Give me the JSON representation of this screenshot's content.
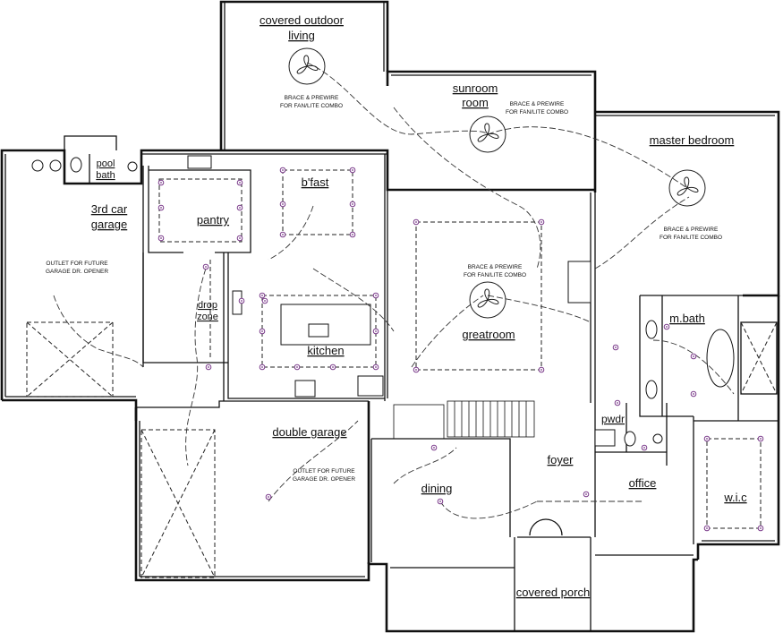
{
  "rooms": {
    "covered_outdoor": [
      "covered outdoor",
      "living"
    ],
    "sunroom": [
      "sunroom",
      "room"
    ],
    "master_bedroom": "master bedroom",
    "pool_bath": [
      "pool",
      "bath"
    ],
    "third_car_garage": [
      "3rd car",
      "garage"
    ],
    "bfast": "b'fast",
    "pantry": "pantry",
    "drop_zone": [
      "drop",
      "zone"
    ],
    "kitchen": "kitchen",
    "greatroom": "greatroom",
    "m_bath": "m.bath",
    "double_garage": "double garage",
    "pwdr": "pwdr",
    "foyer": "foyer",
    "dining": "dining",
    "office": "office",
    "wic": "w.i.c",
    "covered_porch": "covered porch"
  },
  "notes": {
    "fan_outdoor": [
      "BRACE & PREWIRE",
      "FOR FAN/LITE COMBO"
    ],
    "fan_sunroom": [
      "BRACE & PREWIRE",
      "FOR FAN/LITE COMBO"
    ],
    "fan_master": [
      "BRACE & PREWIRE",
      "FOR FAN/LITE COMBO"
    ],
    "fan_greatroom": [
      "BRACE & PREWIRE",
      "FOR FAN/LITE COMBO"
    ],
    "outlet_3rd_garage": [
      "OUTLET FOR FUTURE",
      "GARAGE DR. OPENER"
    ],
    "outlet_double_garage": [
      "OUTLET FOR FUTURE",
      "GARAGE DR. OPENER"
    ]
  }
}
